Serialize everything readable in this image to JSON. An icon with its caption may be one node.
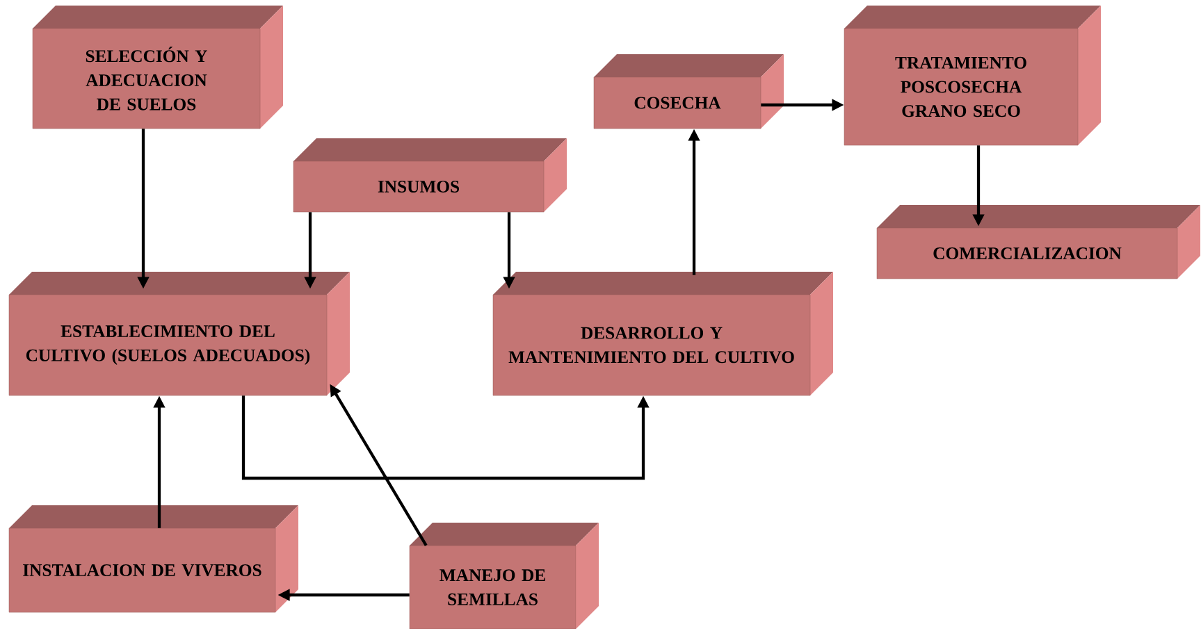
{
  "diagram": {
    "nodes": [
      {
        "text": [
          "SELECCIÓN Y ADECUACION DE SUELOS"
        ]
      },
      {
        "text": [
          "INSUMOS"
        ]
      },
      {
        "text": [
          "COSECHA"
        ]
      },
      {
        "text": [
          "TRATAMIENTO POSCOSECHA GRANO SECO"
        ]
      },
      {
        "text": [
          "COMERCIALIZACION"
        ]
      },
      {
        "text": [
          "ESTABLECIMIENTO DEL CULTIVO (SUELOS ADECUADOS)"
        ]
      },
      {
        "text": [
          "DESARROLLO Y MANTENIMIENTO DEL CULTIVO"
        ]
      },
      {
        "text": [
          "INSTALACION DE VIVEROS"
        ]
      },
      {
        "text": [
          "MANEJO DE SEMILLAS"
        ]
      }
    ],
    "edges": [
      {
        "from": 0,
        "to": 5,
        "arrow": "to"
      },
      {
        "from": 1,
        "to": 5,
        "arrow": "to"
      },
      {
        "from": 1,
        "to": 6,
        "arrow": "to"
      },
      {
        "from": 6,
        "to": 2,
        "arrow": "to"
      },
      {
        "from": 2,
        "to": 3,
        "arrow": "to"
      },
      {
        "from": 3,
        "to": 4,
        "arrow": "to"
      },
      {
        "from": 7,
        "to": 5,
        "arrow": "to"
      },
      {
        "from": 5,
        "to": 6,
        "arrow": "to"
      },
      {
        "from": 8,
        "to": 5,
        "arrow": "to"
      },
      {
        "from": 8,
        "to": 7,
        "arrow": "to"
      }
    ]
  }
}
